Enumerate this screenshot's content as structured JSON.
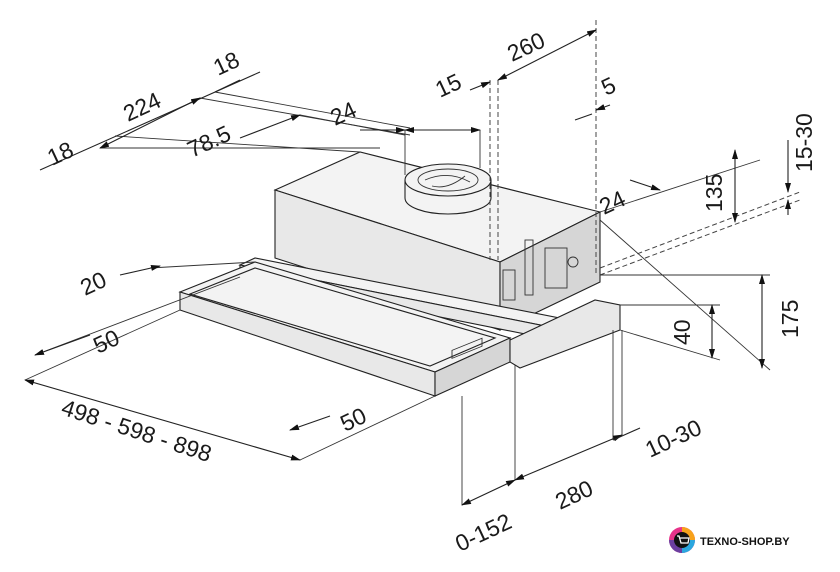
{
  "dimensions": {
    "d_260": "260",
    "d_15_top": "15",
    "d_5": "5",
    "d_18_top": "18",
    "d_224": "224",
    "d_18_left": "18",
    "d_24_top": "24",
    "d_78_5": "78.5",
    "d_15_30": "15-30",
    "d_135": "135",
    "d_24_right": "24",
    "d_175": "175",
    "d_40": "40",
    "d_20": "20",
    "d_50_left": "50",
    "d_50_bottom": "50",
    "d_498_598_898": "498 - 598 - 898",
    "d_10_30": "10-30",
    "d_280": "280",
    "d_0_152": "0-152"
  },
  "logo": {
    "text": "TEXNO-SHOP.BY",
    "colors": [
      "#e7338a",
      "#f7a21b",
      "#2aa7df",
      "#6b3fa0"
    ]
  }
}
